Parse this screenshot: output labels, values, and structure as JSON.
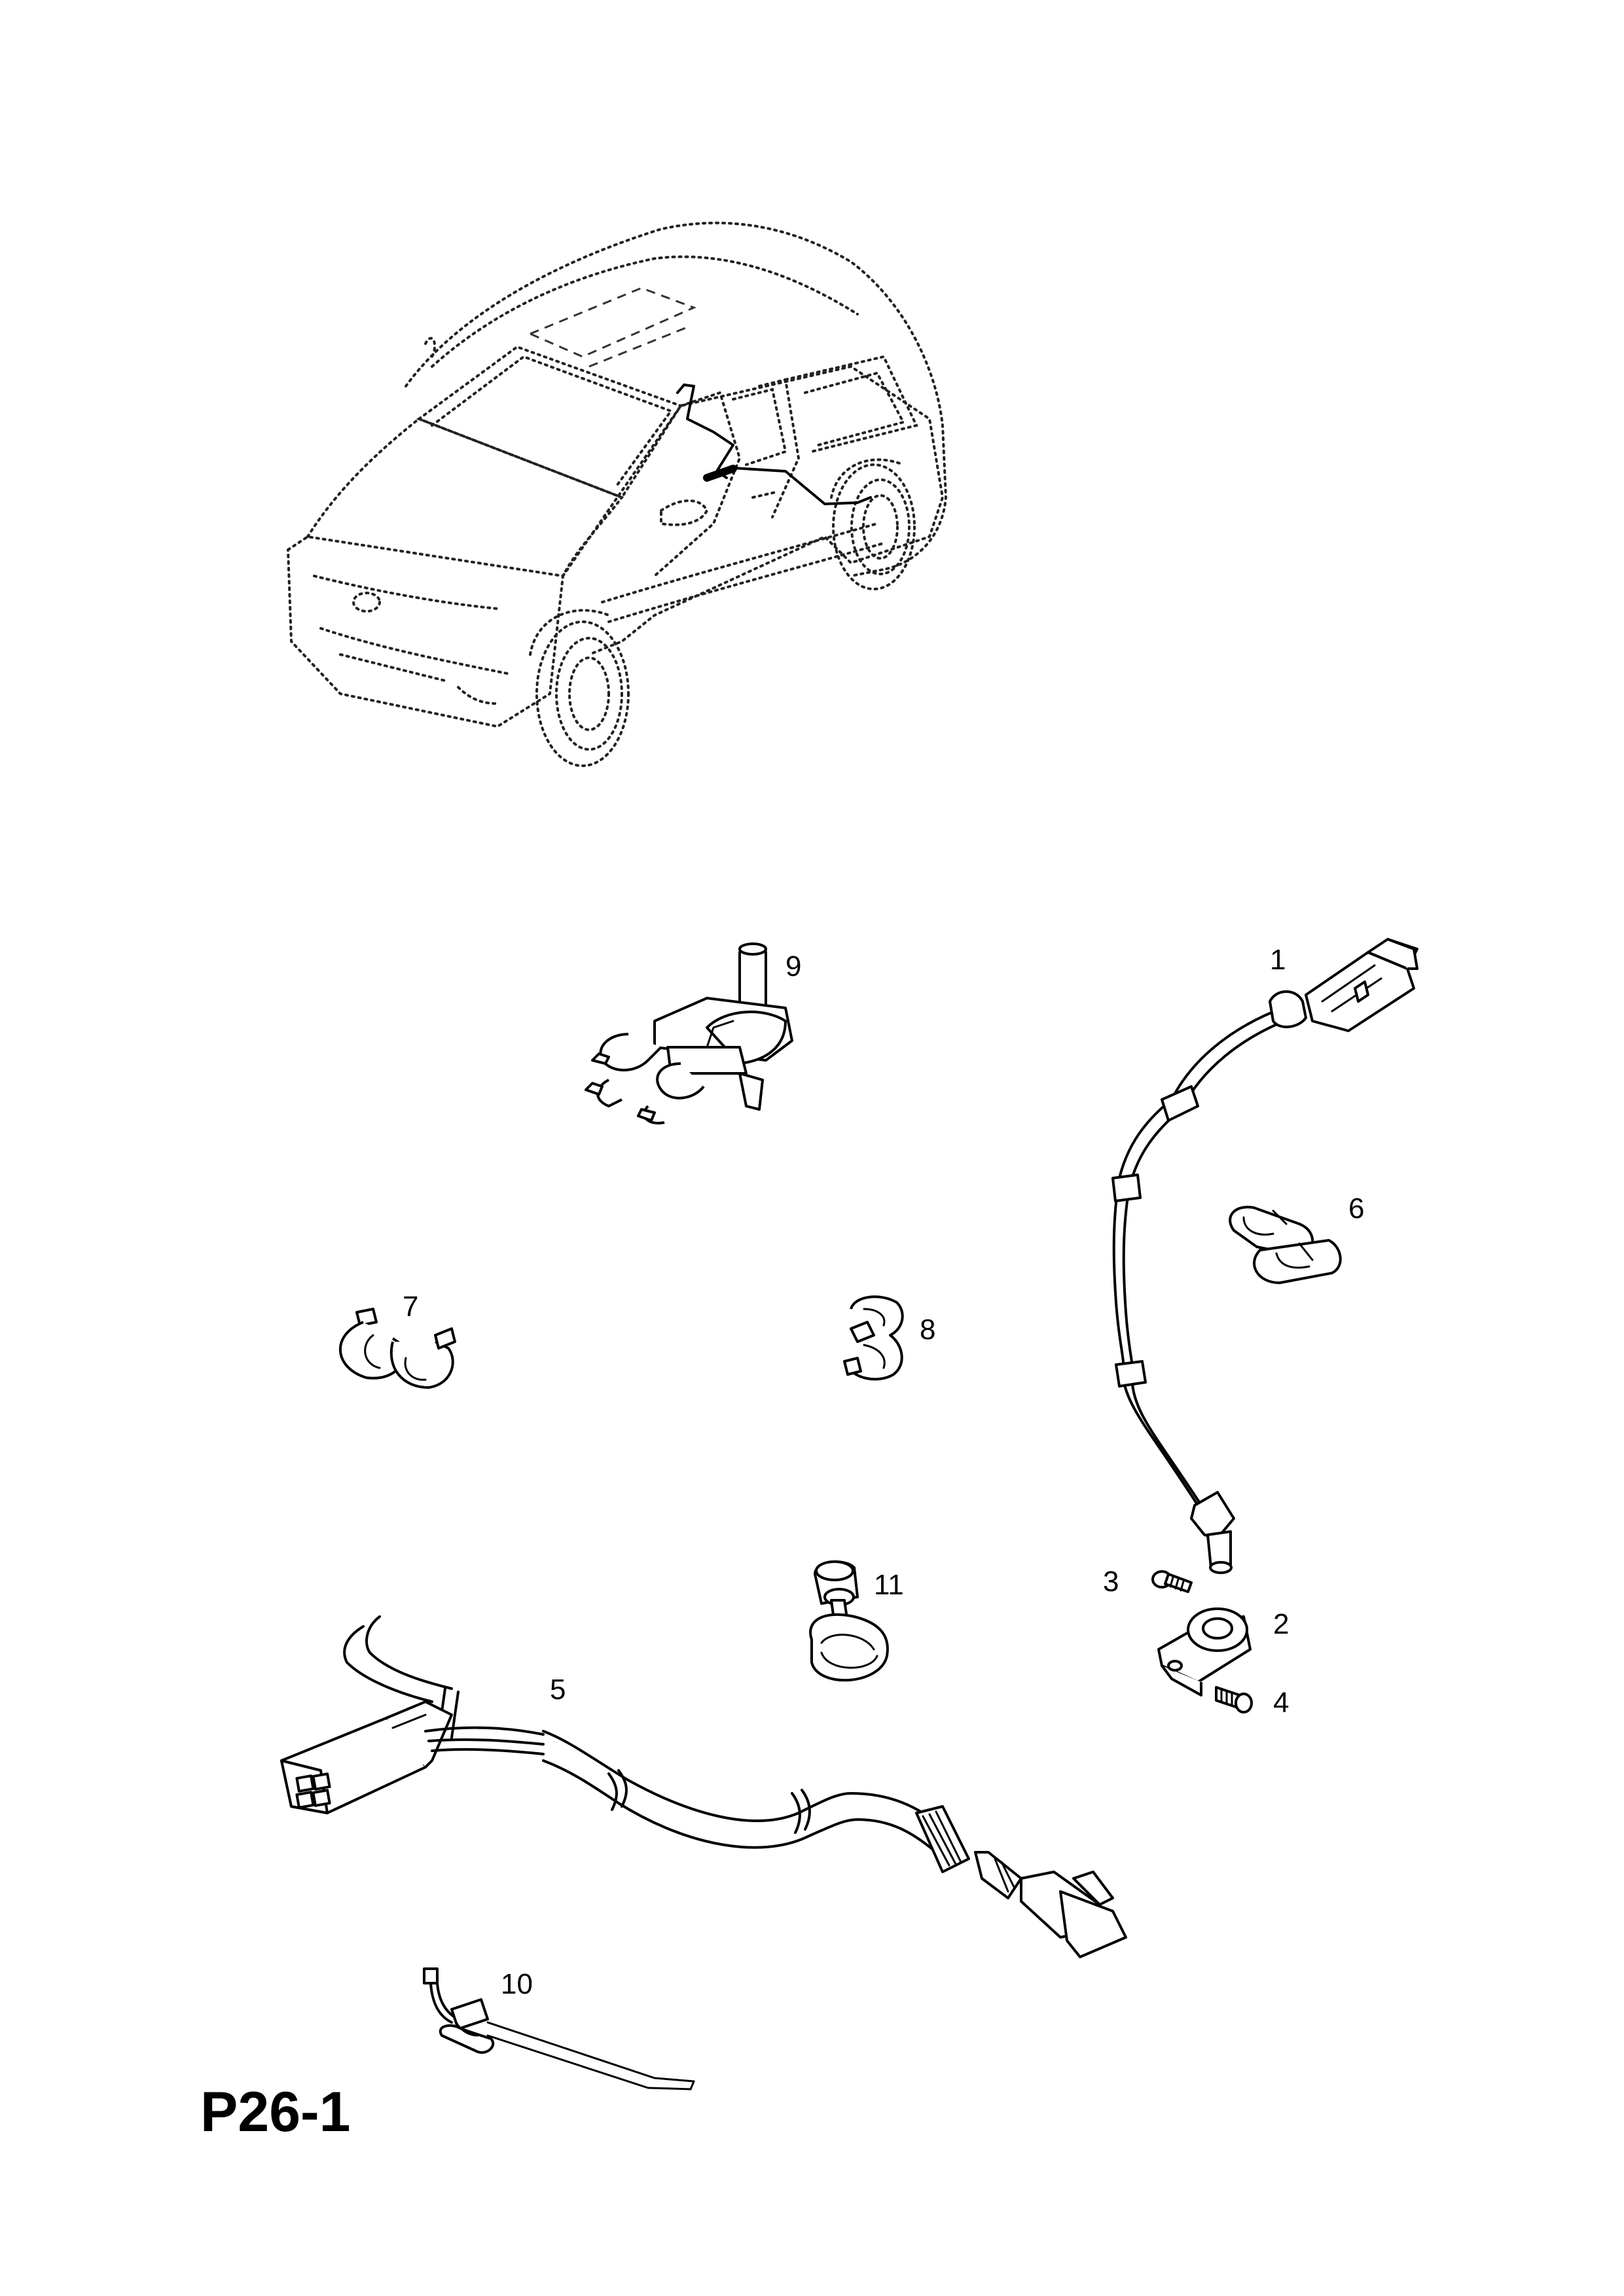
{
  "page_code": "P26-1",
  "callouts": {
    "c1": "1",
    "c2": "2",
    "c3": "3",
    "c4": "4",
    "c5": "5",
    "c6": "6",
    "c7": "7",
    "c8": "8",
    "c9": "9",
    "c10": "10",
    "c11": "11"
  }
}
